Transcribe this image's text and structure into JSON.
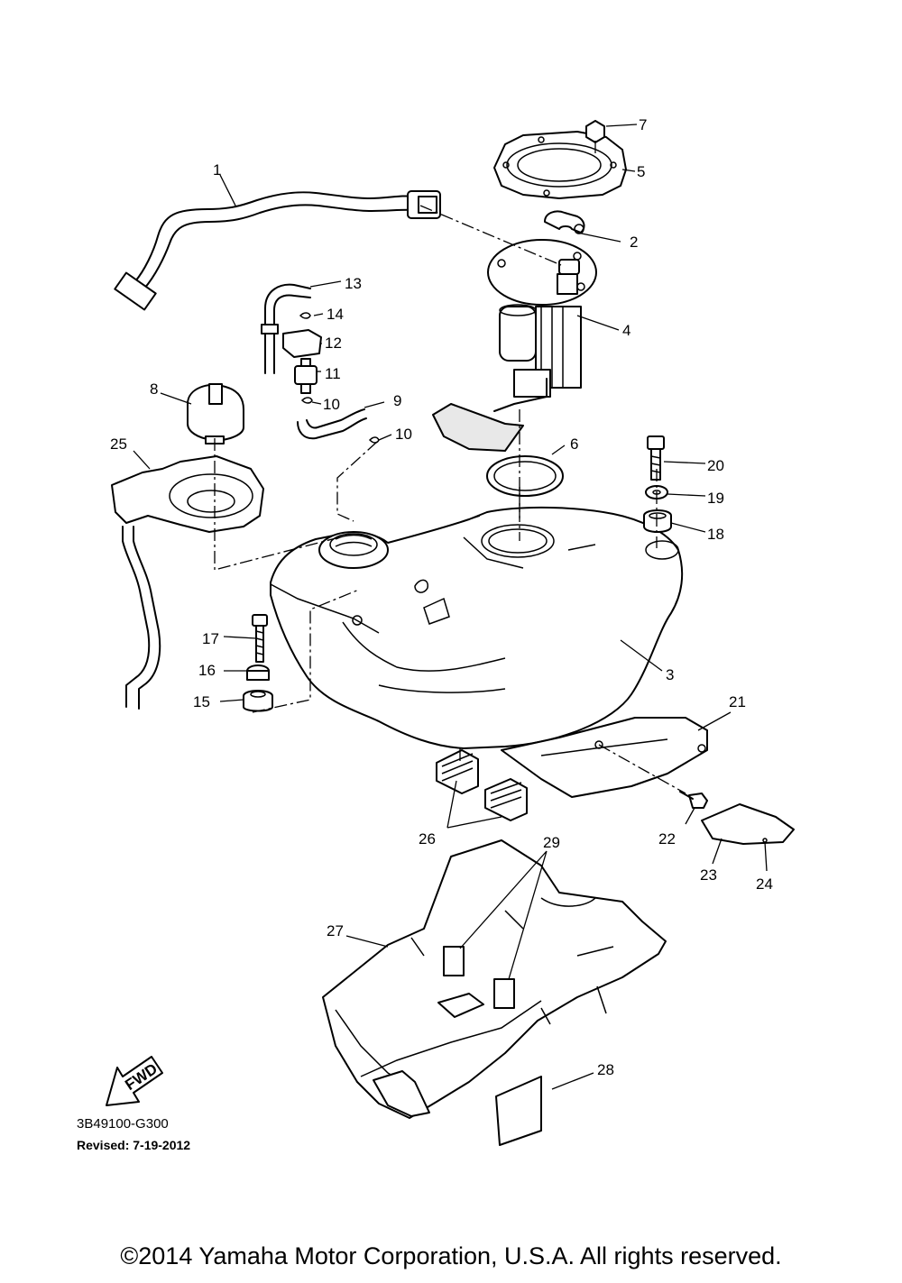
{
  "diagram": {
    "callouts": [
      {
        "id": "1",
        "label": "1"
      },
      {
        "id": "2",
        "label": "2"
      },
      {
        "id": "3",
        "label": "3"
      },
      {
        "id": "4",
        "label": "4"
      },
      {
        "id": "5",
        "label": "5"
      },
      {
        "id": "6",
        "label": "6"
      },
      {
        "id": "7",
        "label": "7"
      },
      {
        "id": "8",
        "label": "8"
      },
      {
        "id": "9",
        "label": "9"
      },
      {
        "id": "10a",
        "label": "10"
      },
      {
        "id": "10b",
        "label": "10"
      },
      {
        "id": "11",
        "label": "11"
      },
      {
        "id": "12",
        "label": "12"
      },
      {
        "id": "13",
        "label": "13"
      },
      {
        "id": "14",
        "label": "14"
      },
      {
        "id": "15",
        "label": "15"
      },
      {
        "id": "16",
        "label": "16"
      },
      {
        "id": "17",
        "label": "17"
      },
      {
        "id": "18",
        "label": "18"
      },
      {
        "id": "19",
        "label": "19"
      },
      {
        "id": "20",
        "label": "20"
      },
      {
        "id": "21",
        "label": "21"
      },
      {
        "id": "22",
        "label": "22"
      },
      {
        "id": "23",
        "label": "23"
      },
      {
        "id": "24",
        "label": "24"
      },
      {
        "id": "25",
        "label": "25"
      },
      {
        "id": "26",
        "label": "26"
      },
      {
        "id": "27",
        "label": "27"
      },
      {
        "id": "28",
        "label": "28"
      },
      {
        "id": "29",
        "label": "29"
      }
    ],
    "fwd_arrow_label": "FWD",
    "drawing_code": "3B49100-G300",
    "revised_note": "Revised: 7-19-2012",
    "copyright": "©2014 Yamaha Motor Corporation, U.S.A. All rights reserved."
  }
}
